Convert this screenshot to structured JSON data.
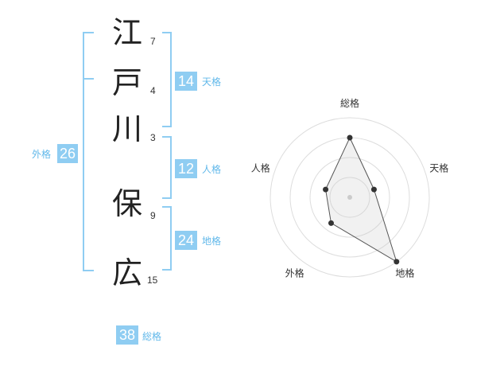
{
  "name": {
    "characters": [
      {
        "char": "江",
        "strokes": "7"
      },
      {
        "char": "戸",
        "strokes": "4"
      },
      {
        "char": "川",
        "strokes": "3"
      },
      {
        "char": "保",
        "strokes": "9"
      },
      {
        "char": "広",
        "strokes": "15"
      }
    ]
  },
  "fortune": {
    "tenkaku": {
      "value": "14",
      "label": "天格"
    },
    "jinkaku": {
      "value": "12",
      "label": "人格"
    },
    "chikaku": {
      "value": "24",
      "label": "地格"
    },
    "gaikaku": {
      "value": "26",
      "label": "外格"
    },
    "soukaku": {
      "value": "38",
      "label": "総格"
    }
  },
  "colors": {
    "accent": "#8fcdf2",
    "label_text": "#61b8ea",
    "chart_line": "#555555",
    "grid": "#dddddd"
  },
  "chart_data": {
    "type": "radar",
    "axes": [
      "総格",
      "天格",
      "地格",
      "外格",
      "人格"
    ],
    "values": [
      0.75,
      0.32,
      1.0,
      0.4,
      0.32
    ],
    "range": [
      0,
      1
    ],
    "rings": 4,
    "grid": true
  }
}
